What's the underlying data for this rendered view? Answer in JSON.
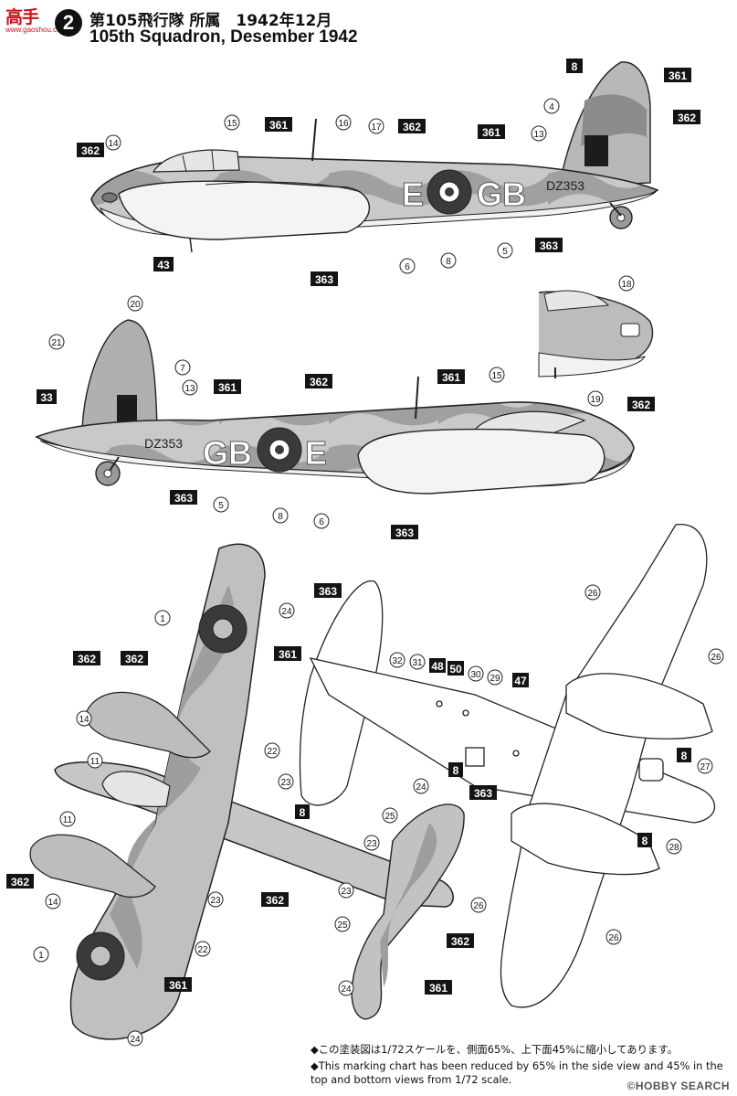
{
  "watermark": {
    "top": "高手",
    "site": "www.gaoshou.com"
  },
  "header": {
    "number": "2",
    "title_jp": "第105飛行隊 所属　1942年12月",
    "title_en": "105th Squadron, Desember 1942"
  },
  "notes": {
    "jp": "◆この塗装図は1/72スケールを、側面65%、上下面45%に縮小してあります。",
    "en": "◆This marking chart has been reduced by 65% in the side view and 45% in the top and bottom views from 1/72 scale."
  },
  "logo": "©HOBBY SEARCH",
  "paint_codes": [
    "8",
    "33",
    "43",
    "47",
    "361",
    "362",
    "363"
  ],
  "colors": {
    "camo_light": "#c9c9c9",
    "camo_mid": "#a9a9a9",
    "camo_dark": "#8a8a8a",
    "underside": "#f2f2f2",
    "roundel_dark": "#3a3a3a",
    "box": "#141414"
  },
  "aircraft": {
    "serial": "DZ353",
    "code_left": "E",
    "code_right": "GB"
  },
  "side_upper": {
    "boxes": [
      {
        "label": "8"
      },
      {
        "label": "361"
      },
      {
        "label": "362"
      },
      {
        "label": "361"
      },
      {
        "label": "362"
      },
      {
        "label": "361"
      },
      {
        "label": "362"
      },
      {
        "label": "363"
      },
      {
        "label": "43"
      },
      {
        "label": "363"
      }
    ],
    "callouts": [
      "14",
      "15",
      "16",
      "17",
      "4",
      "13",
      "6",
      "8",
      "5"
    ]
  },
  "side_lower": {
    "boxes": [
      {
        "label": "33"
      },
      {
        "label": "361"
      },
      {
        "label": "362"
      },
      {
        "label": "361"
      },
      {
        "label": "362"
      },
      {
        "label": "363"
      },
      {
        "label": "363"
      }
    ],
    "callouts": [
      "20",
      "21",
      "7",
      "13",
      "15",
      "5",
      "8",
      "6",
      "18",
      "19"
    ],
    "code_left": "GB",
    "code_right": "E"
  },
  "top_view": {
    "boxes": [
      {
        "label": "362"
      },
      {
        "label": "362"
      },
      {
        "label": "361"
      },
      {
        "label": "8"
      },
      {
        "label": "362"
      },
      {
        "label": "362"
      },
      {
        "label": "361"
      },
      {
        "label": "362"
      },
      {
        "label": "361"
      }
    ],
    "callouts": [
      "1",
      "24",
      "14",
      "11",
      "22",
      "23",
      "11",
      "14",
      "23",
      "22",
      "1",
      "24",
      "24",
      "25",
      "23",
      "23",
      "25",
      "24"
    ]
  },
  "bottom_view": {
    "boxes": [
      {
        "label": "363"
      },
      {
        "label": "48"
      },
      {
        "label": "50"
      },
      {
        "label": "47"
      },
      {
        "label": "8"
      },
      {
        "label": "363"
      },
      {
        "label": "8"
      },
      {
        "label": "8"
      }
    ],
    "callouts": [
      "32",
      "31",
      "30",
      "29",
      "26",
      "26",
      "27",
      "28",
      "26",
      "26"
    ]
  }
}
